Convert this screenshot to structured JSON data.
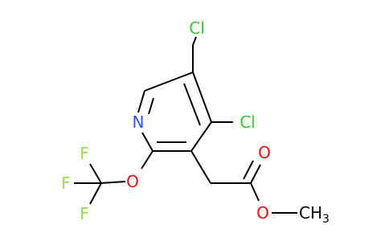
{
  "structure": {
    "atoms": {
      "cl_top": "Cl",
      "cl_ring": "Cl",
      "n": "N",
      "o_ether": "O",
      "o_carbonyl": "O",
      "o_ester": "O",
      "f_top": "F",
      "f_left": "F",
      "f_bottom": "F",
      "methyl_c": "CH",
      "methyl_sub": "3"
    },
    "colors": {
      "cl": "#33cc33",
      "n": "#3050f8",
      "o": "#ff0d0d",
      "f": "#90e050",
      "bond": "#000000"
    }
  }
}
